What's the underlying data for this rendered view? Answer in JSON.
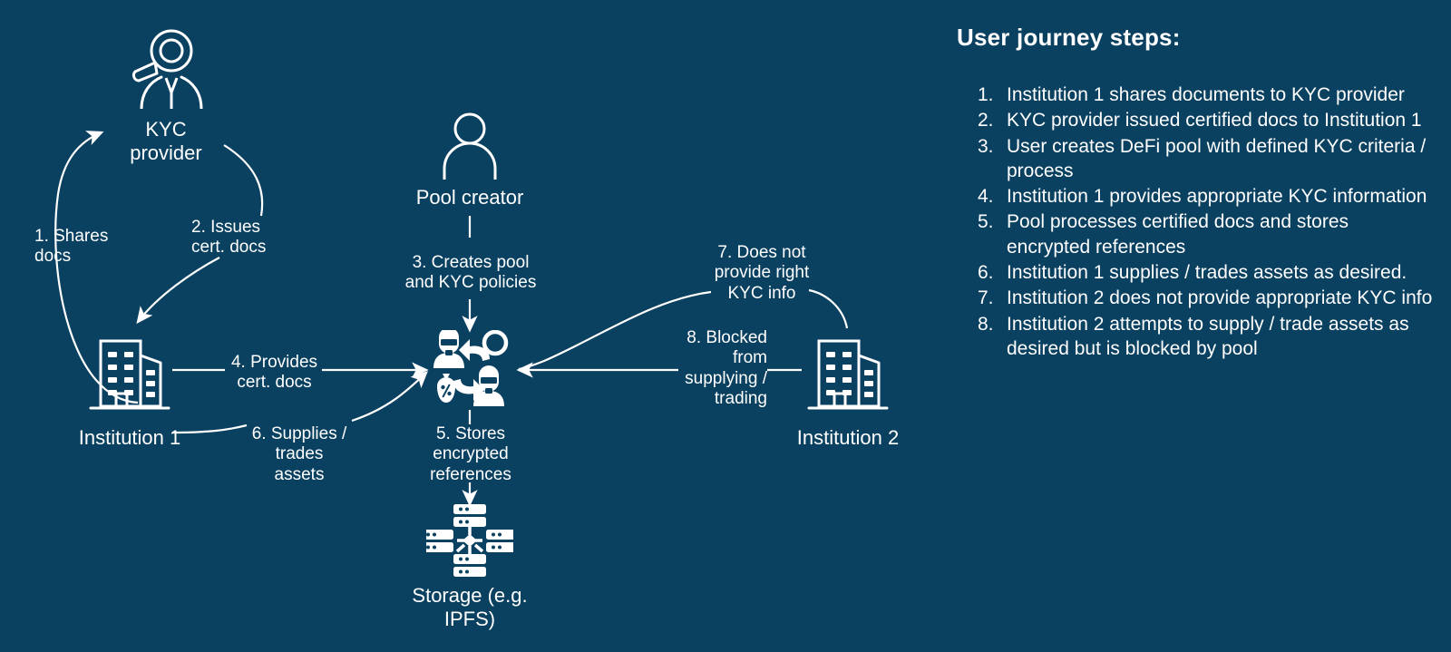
{
  "background_color": "#0a4060",
  "foreground_color": "#ffffff",
  "diagram": {
    "nodes": [
      {
        "id": "kyc-provider",
        "label": "KYC\nprovider",
        "icon": "person-with-magnifier-icon"
      },
      {
        "id": "pool-creator",
        "label": "Pool creator",
        "icon": "person-icon"
      },
      {
        "id": "institution-1",
        "label": "Institution 1",
        "icon": "office-building-icon"
      },
      {
        "id": "institution-2",
        "label": "Institution 2",
        "icon": "office-building-icon"
      },
      {
        "id": "defi-pool",
        "label": "",
        "icon": "defi-pool-exchange-icon"
      },
      {
        "id": "storage",
        "label": "Storage (e.g.\nIPFS)",
        "icon": "distributed-storage-icon"
      }
    ],
    "edges": [
      {
        "id": "edge-1",
        "label": "1. Shares\ndocs",
        "from": "institution-1",
        "to": "kyc-provider"
      },
      {
        "id": "edge-2",
        "label": "2. Issues\ncert. docs",
        "from": "kyc-provider",
        "to": "institution-1"
      },
      {
        "id": "edge-3",
        "label": "3. Creates pool\nand KYC policies",
        "from": "pool-creator",
        "to": "defi-pool"
      },
      {
        "id": "edge-4",
        "label": "4. Provides\ncert. docs",
        "from": "institution-1",
        "to": "defi-pool"
      },
      {
        "id": "edge-5",
        "label": "5. Stores\nencrypted\nreferences",
        "from": "defi-pool",
        "to": "storage"
      },
      {
        "id": "edge-6",
        "label": "6. Supplies /\ntrades\nassets",
        "from": "institution-1",
        "to": "defi-pool"
      },
      {
        "id": "edge-7",
        "label": "7. Does not\nprovide right\nKYC info",
        "from": "institution-2",
        "to": "defi-pool"
      },
      {
        "id": "edge-8",
        "label": "8. Blocked\nfrom\nsupplying /\ntrading",
        "from": "institution-2",
        "to": "defi-pool"
      }
    ]
  },
  "steps_panel": {
    "title": "User journey steps:",
    "items": [
      {
        "num": "1.",
        "text": "Institution 1 shares documents to KYC provider"
      },
      {
        "num": "2.",
        "text": "KYC provider issued certified docs to Institution 1"
      },
      {
        "num": "3.",
        "text": "User creates DeFi pool with defined KYC criteria / process"
      },
      {
        "num": "4.",
        "text": "Institution 1 provides appropriate KYC information"
      },
      {
        "num": "5.",
        "text": "Pool processes certified docs and stores encrypted references"
      },
      {
        "num": "6.",
        "text": "Institution 1 supplies / trades assets as desired."
      },
      {
        "num": "7.",
        "text": "Institution 2 does not provide appropriate KYC info"
      },
      {
        "num": "8.",
        "text": "Institution 2 attempts to supply / trade assets as desired but is blocked by pool"
      }
    ]
  }
}
